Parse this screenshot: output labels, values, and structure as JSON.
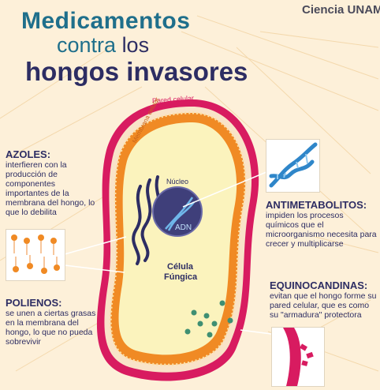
{
  "title": {
    "line1": "Medicamentos",
    "line2_a": "contra",
    "line2_b": "los",
    "line3": "hongos invasores"
  },
  "brand": "Ciencia UNAM",
  "cell": {
    "wall_label": "Pared celular",
    "membrane_label": "Membrana celular",
    "nucleus_label": "Núcleo",
    "dna_label": "ADN",
    "cell_label_1": "Célula",
    "cell_label_2": "Fúngica"
  },
  "azoles": {
    "title": "AZOLES:",
    "text": "interfieren con la producción de componentes importantes de la membrana del hongo, lo que lo debilita"
  },
  "polienos": {
    "title": "POLIENOS:",
    "text": "se unen a ciertas grasas en la membrana del hongo, lo que no pueda sobrevivir"
  },
  "antimetabolitos": {
    "title": "ANTIMETABOLITOS:",
    "text": "impiden los procesos químicos que el microorganismo necesita para crecer y multiplicarse"
  },
  "equinocandinas": {
    "title": "EQUINOCANDINAS:",
    "text": "evitan que el hongo forme su pared celular, que es como su \"armadura\" protectora"
  },
  "colors": {
    "background": "#fdf0d9",
    "title_teal": "#1f6f8b",
    "title_navy": "#2d2d63",
    "wall": "#d81b60",
    "membrane": "#f08a24",
    "cytoplasm": "#fbf3bd",
    "nucleus": "#3f3f7a",
    "dna": "#2f86c9",
    "particles": "#3f8f72"
  }
}
